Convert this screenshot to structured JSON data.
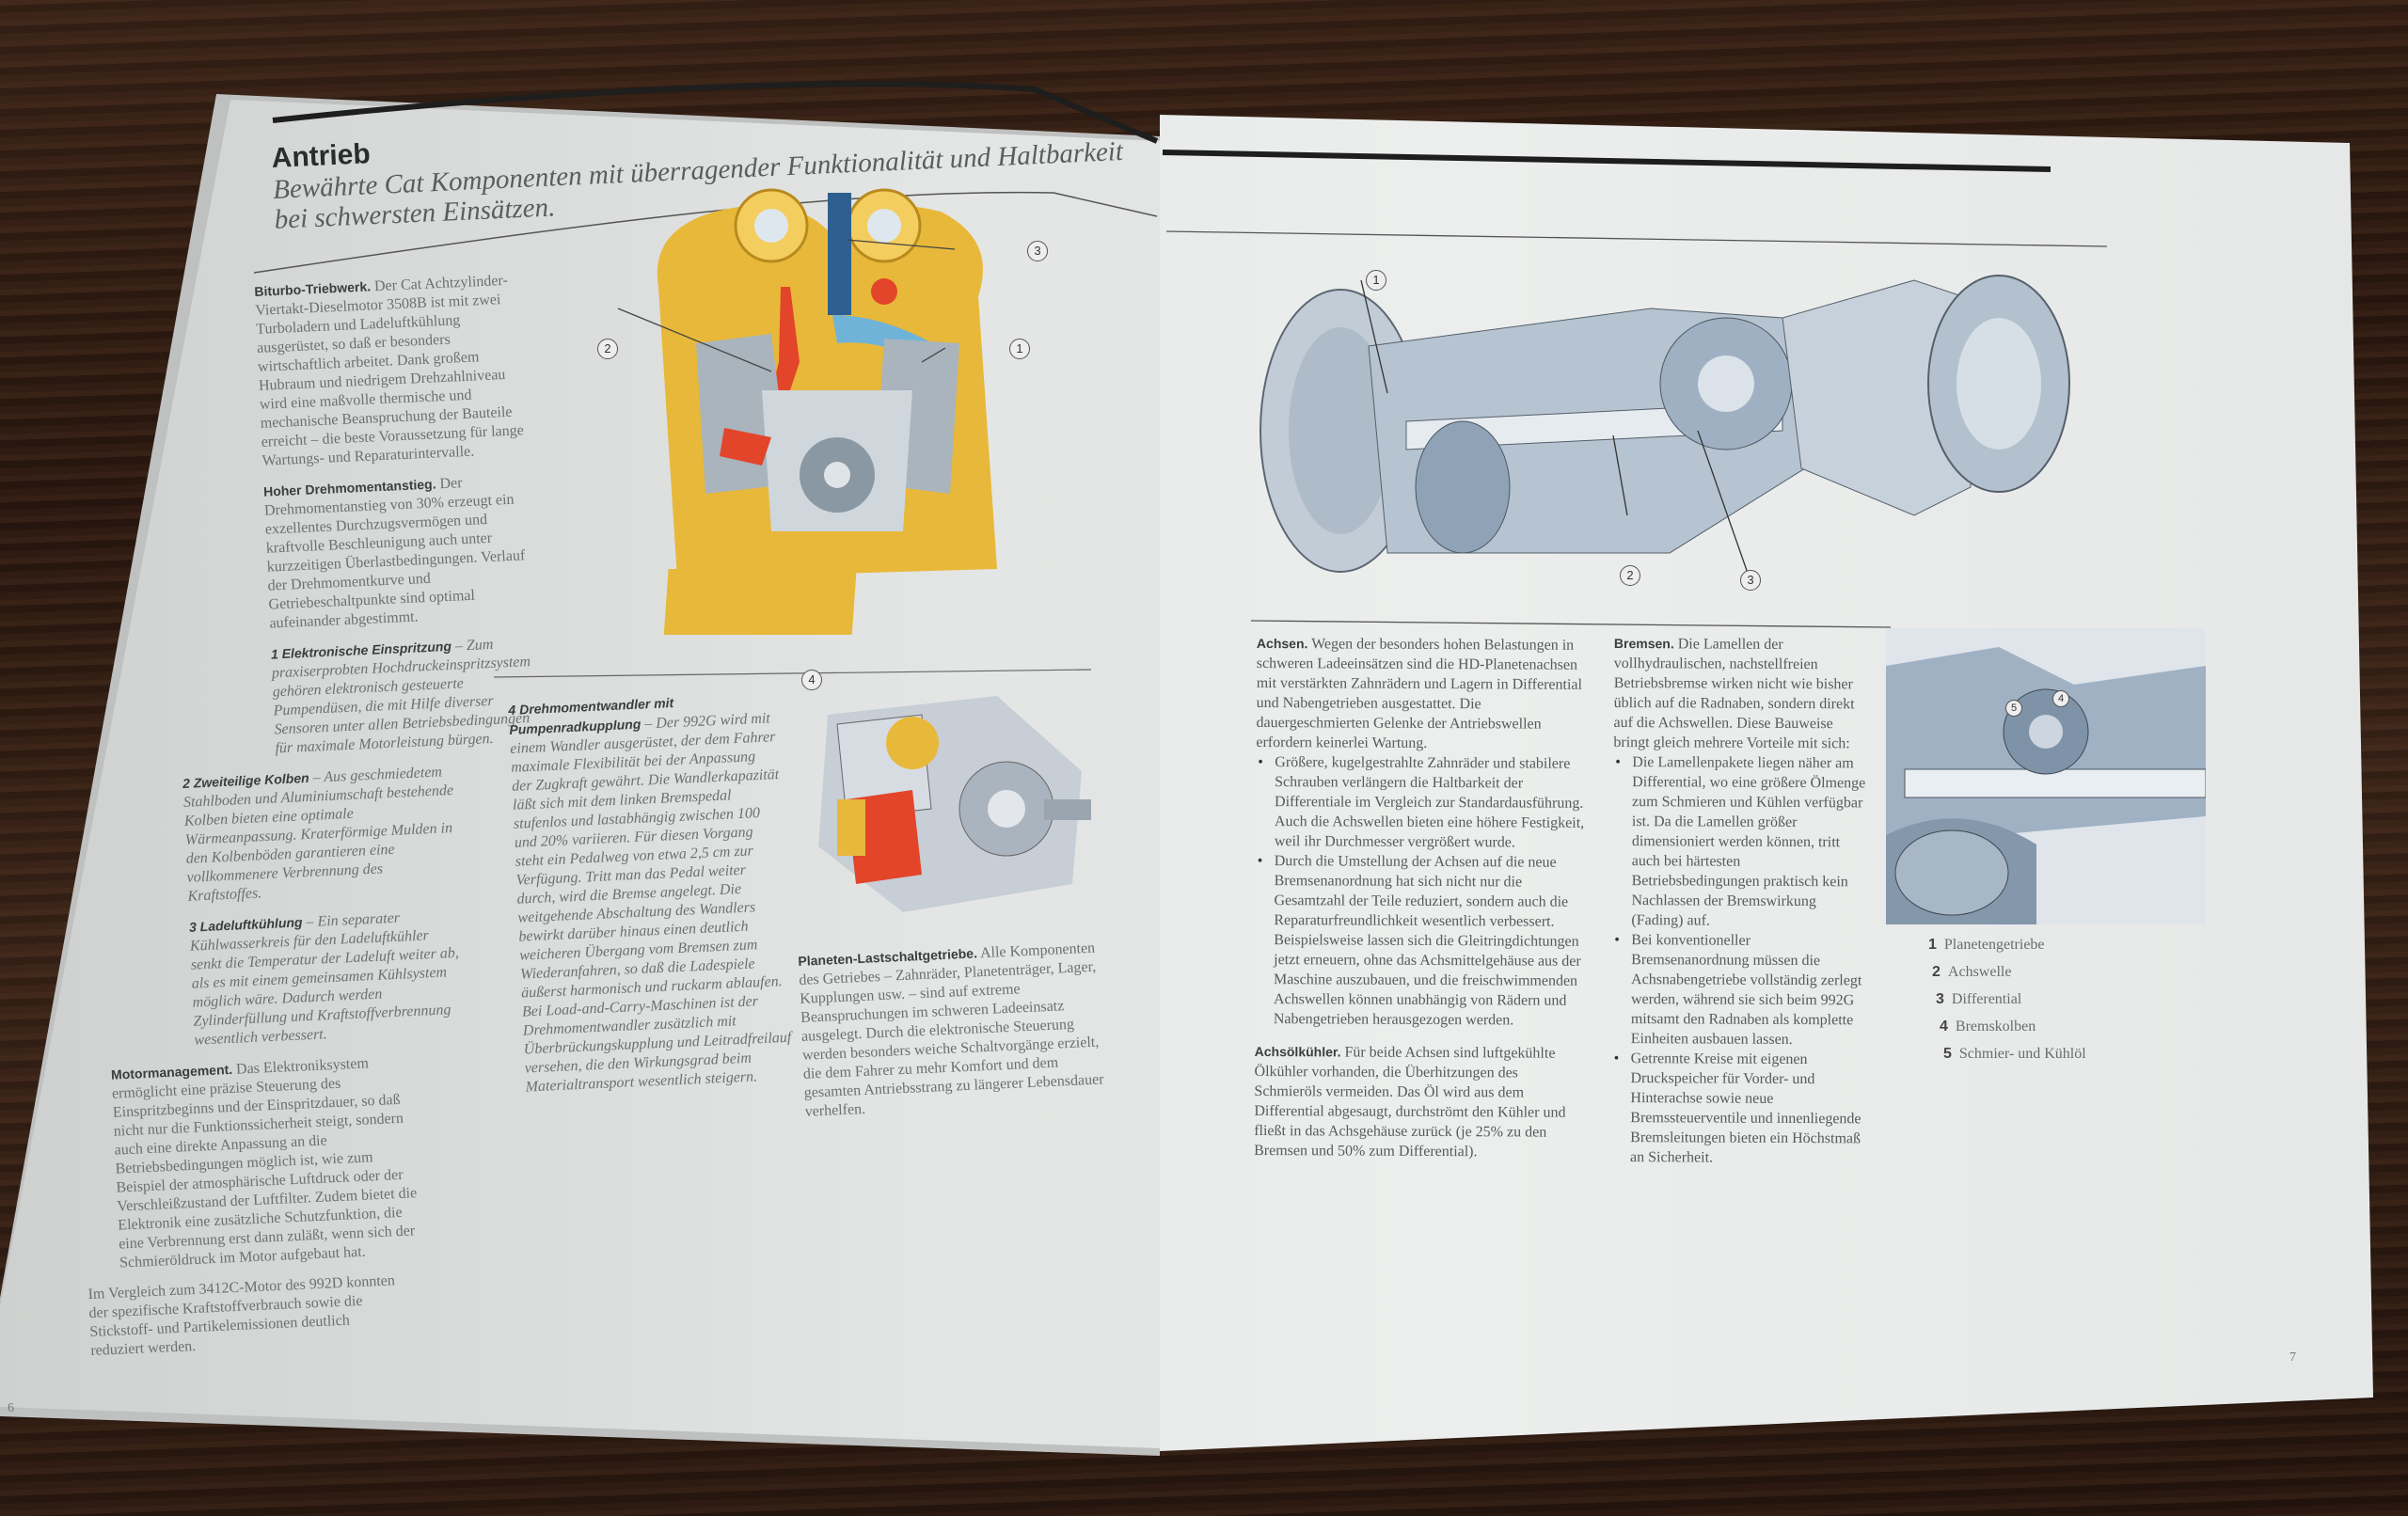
{
  "left_page": {
    "section_title": "Antrieb",
    "subtitle_line1": "Bewährte Cat Komponenten mit überragender Funktionalität und Haltbarkeit",
    "subtitle_line2": "bei schwersten Einsätzen.",
    "col1": [
      {
        "heading": "Biturbo-Triebwerk.",
        "text": " Der Cat Achtzylinder-Viertakt-Dieselmotor 3508B ist mit zwei Turboladern und Ladeluftkühlung ausgerüstet, so daß er besonders wirtschaftlich arbeitet. Dank großem Hubraum und niedrigem Drehzahlniveau wird eine maßvolle thermische und mechanische Beanspruchung der Bauteile erreicht – die beste Voraussetzung für lange Wartungs- und Reparaturintervalle."
      },
      {
        "heading": "Hoher Drehmomentanstieg.",
        "text": " Der Drehmomentanstieg von 30% erzeugt ein exzellentes Durchzugsvermögen und kraftvolle Beschleunigung auch unter kurzzeitigen Überlastbedingungen. Verlauf der Drehmomentkurve und Getriebeschaltpunkte sind optimal aufeinander abgestimmt."
      },
      {
        "heading": "1 Elektronische Einspritzung",
        "text": " – Zum praxiserprobten Hochdruckeinspritzsystem gehören elektronisch gesteuerte Pumpendüsen, die mit Hilfe diverser Sensoren unter allen Betriebsbedingungen für maximale Motorleistung bürgen."
      },
      {
        "heading": "2 Zweiteilige Kolben",
        "text": " – Aus geschmiedetem Stahlboden und Aluminiumschaft bestehende Kolben bieten eine optimale Wärmeanpassung. Kraterförmige Mulden in den Kolbenböden garantieren eine vollkommenere Verbrennung des Kraftstoffes."
      },
      {
        "heading": "3 Ladeluftkühlung",
        "text": " – Ein separater Kühlwasserkreis für den Ladeluftkühler senkt die Temperatur der Ladeluft weiter ab, als es mit einem gemeinsamen Kühlsystem möglich wäre. Dadurch werden Zylinderfüllung und Kraftstoffverbrennung wesentlich verbessert."
      },
      {
        "heading": "Motormanagement.",
        "text": " Das Elektroniksystem ermöglicht eine präzise Steuerung des Einspritzbeginns und der Einspritzdauer, so daß nicht nur die Funktionssicherheit steigt, sondern auch eine direkte Anpassung an die Betriebsbedingungen möglich ist, wie zum Beispiel der atmosphärische Luftdruck oder der Verschleißzustand der Luftfilter. Zudem bietet die Elektronik eine zusätzliche Schutzfunktion, die eine Verbrennung erst dann zuläßt, wenn sich der Schmieröldruck im Motor aufgebaut hat."
      },
      {
        "heading": "",
        "text": "Im Vergleich zum 3412C-Motor des 992D konnten der spezifische Kraftstoffverbrauch sowie die Stickstoff- und Partikelemissionen deutlich reduziert werden."
      }
    ],
    "converter": {
      "heading": "4 Drehmomentwandler mit Pumpenradkupplung",
      "text": " – Der 992G wird mit einem Wandler ausgerüstet, der dem Fahrer maximale Flexibilität bei der Anpassung der Zugkraft gewährt. Die Wandlerkapazität läßt sich mit dem linken Bremspedal stufenlos und lastabhängig zwischen 100 und 20% variieren. Für diesen Vorgang steht ein Pedalweg von etwa 2,5 cm zur Verfügung. Tritt man das Pedal weiter durch, wird die Bremse angelegt. Die weitgehende Abschaltung des Wandlers bewirkt darüber hinaus einen deutlich weicheren Übergang vom Bremsen zum Wiederanfahren, so daß die Ladespiele äußerst harmonisch und ruckarm ablaufen. Bei Load-and-Carry-Maschinen ist der Drehmomentwandler zusätzlich mit Überbrückungskupplung und Leitradfreilauf versehen, die den Wirkungsgrad beim Materialtransport wesentlich steigern."
    },
    "transmission": {
      "heading": "Planeten-Lastschaltgetriebe.",
      "text": " Alle Komponenten des Getriebes – Zahnräder, Planetenträger, Lager, Kupplungen usw. – sind auf extreme Beanspruchungen im schweren Ladeeinsatz ausgelegt. Durch die elektronische Steuerung werden besonders weiche Schaltvorgänge erzielt, die dem Fahrer zu mehr Komfort und dem gesamten Antriebsstrang zu längerer Lebensdauer verhelfen."
    },
    "engine_callouts": [
      "1",
      "2",
      "3"
    ],
    "transmission_callout": "4",
    "page_number": "6"
  },
  "right_page": {
    "axles": {
      "heading": "Achsen.",
      "text": " Wegen der besonders hohen Belastungen in schweren Ladeeinsätzen sind die HD-Planetenachsen mit verstärkten Zahnrädern und Lagern in Differential und Nabengetrieben ausgestattet. Die dauergeschmierten Gelenke der Antriebswellen erfordern keinerlei Wartung.",
      "bullets": [
        "Größere, kugelgestrahlte Zahnräder und stabilere Schrauben verlängern die Haltbarkeit der Differentiale im Vergleich zur Standardausführung. Auch die Achswellen bieten eine höhere Festigkeit, weil ihr Durchmesser vergrößert wurde.",
        "Durch die Umstellung der Achsen auf die neue Bremsenanordnung hat sich nicht nur die Gesamtzahl der Teile reduziert, sondern auch die Reparaturfreundlichkeit wesentlich verbessert. Beispielsweise lassen sich die Gleitringdichtungen jetzt erneuern, ohne das Achsmittelgehäuse aus der Maschine auszubauen, und die freischwimmenden Achswellen können unabhängig von Rädern und Nabengetrieben herausgezogen werden."
      ]
    },
    "oil_cooler": {
      "heading": "Achsölkühler.",
      "text": " Für beide Achsen sind luftgekühlte Ölkühler vorhanden, die Überhitzungen des Schmieröls vermeiden. Das Öl wird aus dem Differential abgesaugt, durchströmt den Kühler und fließt in das Achsgehäuse zurück (je 25% zu den Bremsen und 50% zum Differential)."
    },
    "brakes": {
      "heading": "Bremsen.",
      "text": " Die Lamellen der vollhydraulischen, nachstellfreien Betriebsbremse wirken nicht wie bisher üblich auf die Radnaben, sondern direkt auf die Achswellen. Diese Bauweise bringt gleich mehrere Vorteile mit sich:",
      "bullets": [
        "Die Lamellenpakete liegen näher am Differential, wo eine größere Ölmenge zum Schmieren und Kühlen verfügbar ist. Da die Lamellen größer dimensioniert werden können, tritt auch bei härtesten Betriebsbedingungen praktisch kein Nachlassen der Bremswirkung (Fading) auf.",
        "Bei konventioneller Bremsenanordnung müssen die Achsnabengetriebe vollständig zerlegt werden, während sie sich beim 992G mitsamt den Radnaben als komplette Einheiten ausbauen lassen.",
        "Getrennte Kreise mit eigenen Druckspeicher für Vorder- und Hinterachse sowie neue Bremssteuerventile und innenliegende Bremsleitungen bieten ein Höchstmaß an Sicherheit."
      ]
    },
    "legend": [
      {
        "num": "1",
        "label": "Planetengetriebe"
      },
      {
        "num": "2",
        "label": "Achswelle"
      },
      {
        "num": "3",
        "label": "Differential"
      },
      {
        "num": "4",
        "label": "Bremskolben"
      },
      {
        "num": "5",
        "label": "Schmier- und Kühlöl"
      }
    ],
    "axle_callouts": [
      "1",
      "2",
      "3"
    ],
    "brake_callouts": [
      "5",
      "4"
    ],
    "page_number": "7"
  },
  "colors": {
    "cat_yellow": "#e8b83a",
    "steel_blue": "#8ea7c4",
    "red": "#e2452a"
  }
}
